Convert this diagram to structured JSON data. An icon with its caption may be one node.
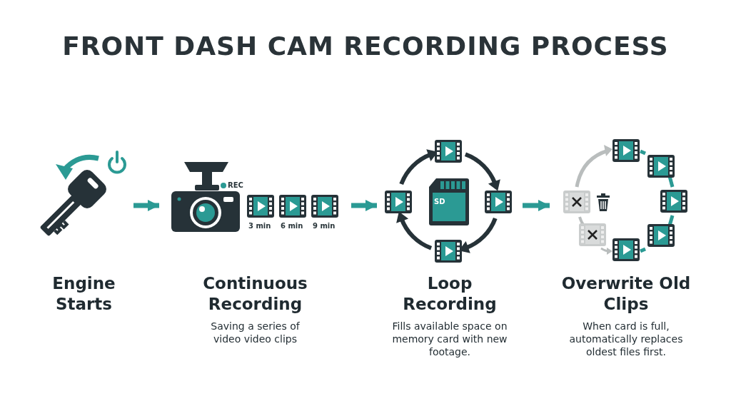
{
  "diagram": {
    "title": "FRONT DASH CAM RECORDING PROCESS",
    "nodes": [
      {
        "text": [
          "Engine Starts"
        ]
      },
      {
        "text": [
          "Continuous Recording",
          "Saving a series of video video clips"
        ]
      },
      {
        "text": [
          "Loop Recording",
          "Fills available space on memory card with new footage."
        ]
      },
      {
        "text": [
          "Overwrite Old Clips",
          "When card is full, automatically replaces oldest files first."
        ]
      }
    ],
    "edges": [
      {
        "from": 0,
        "to": 1,
        "arrow": "to"
      },
      {
        "from": 1,
        "to": 2,
        "arrow": "to"
      },
      {
        "from": 2,
        "to": 3,
        "arrow": "to"
      }
    ],
    "labels": [
      "REC",
      "3 min",
      "6 min",
      "9 min",
      "SD"
    ]
  }
}
